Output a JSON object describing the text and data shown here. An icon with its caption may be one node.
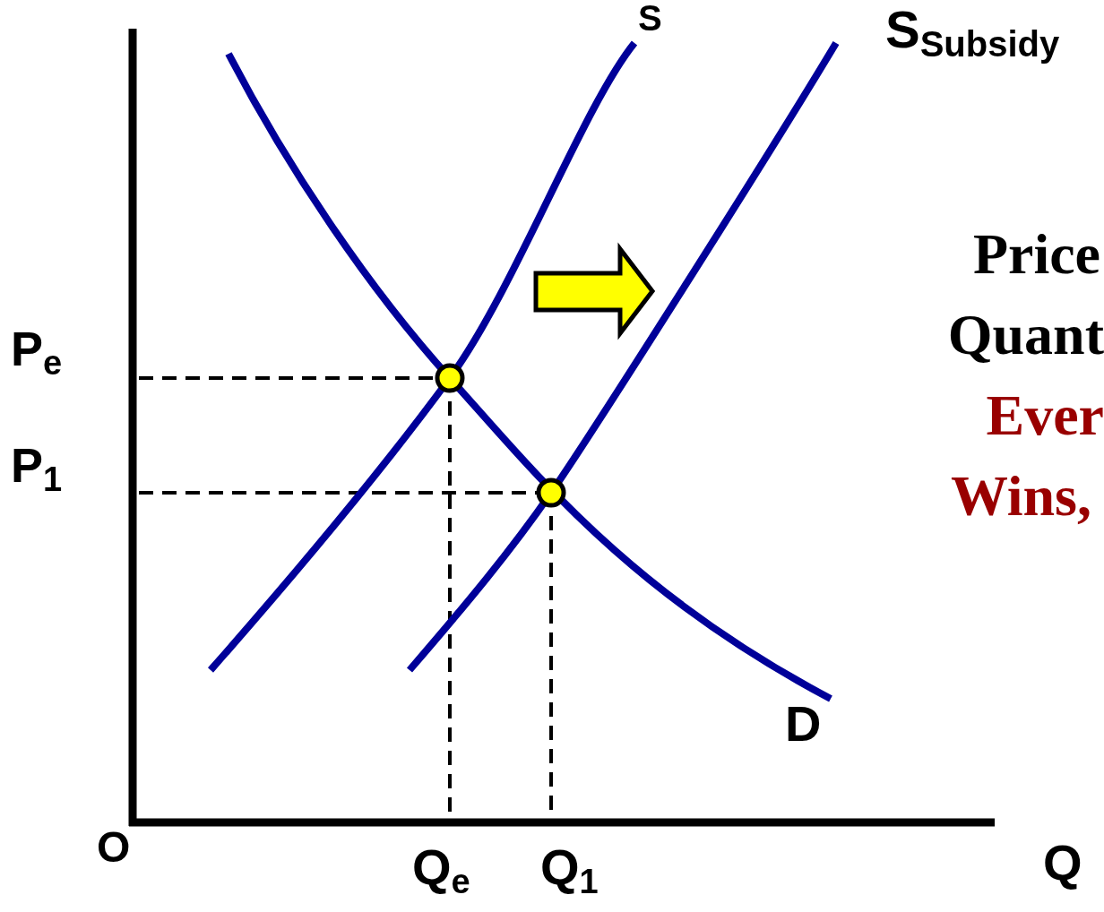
{
  "diagram": {
    "labels": [
      "S",
      "S$_{Subsidy}$",
      "P$_{e}$",
      "P$_{1}$",
      "D",
      "O",
      "Q$_{e}$",
      "Q$_{1}$",
      "Q",
      "Price",
      "Quant",
      "Ever",
      "Wins,"
    ]
  }
}
